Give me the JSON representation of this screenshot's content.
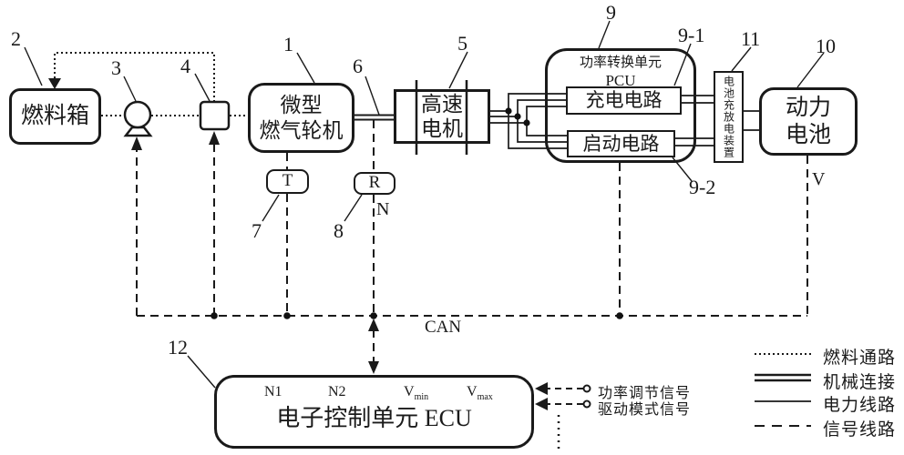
{
  "figure": {
    "blocks": {
      "fuel_tank": {
        "label": "燃料箱"
      },
      "turbine": {
        "line1": "微型",
        "line2": "燃气轮机"
      },
      "motor": {
        "line1": "高速",
        "line2": "电机"
      },
      "t_sensor": {
        "label": "T"
      },
      "r_sensor": {
        "label": "R"
      },
      "pcu": {
        "title": "功率转换单元",
        "subtitle": "PCU"
      },
      "charge_circuit": {
        "label": "充电电路"
      },
      "start_circuit": {
        "label": "启动电路"
      },
      "battery_device": {
        "label": "电池充放电装置"
      },
      "battery": {
        "line1": "动力",
        "line2": "电池"
      },
      "ecu": {
        "label": "电子控制单元 ECU",
        "param_n1": "N1",
        "param_n2": "N2",
        "v": "V",
        "sub_min": "min",
        "sub_max": "max"
      }
    },
    "refs": {
      "tank": "2",
      "pump": "3",
      "valve": "4",
      "turbine": "1",
      "shaft": "6",
      "motor": "5",
      "t": "7",
      "r": "8",
      "pcu": "9",
      "charge": "9-1",
      "start": "9-2",
      "device": "11",
      "battery": "10",
      "ecu": "12"
    },
    "annotations": {
      "n": "N",
      "v": "V",
      "can": "CAN"
    },
    "signals": {
      "power_adjust": "功率调节信号",
      "drive_mode": "驱动模式信号"
    },
    "legend": [
      {
        "label": "燃料通路",
        "style": "dotted"
      },
      {
        "label": "机械连接",
        "style": "double"
      },
      {
        "label": "电力线路",
        "style": "solid"
      },
      {
        "label": "信号线路",
        "style": "dashed"
      }
    ],
    "colors": {
      "line": "#1a1a1a",
      "background": "#ffffff"
    }
  }
}
